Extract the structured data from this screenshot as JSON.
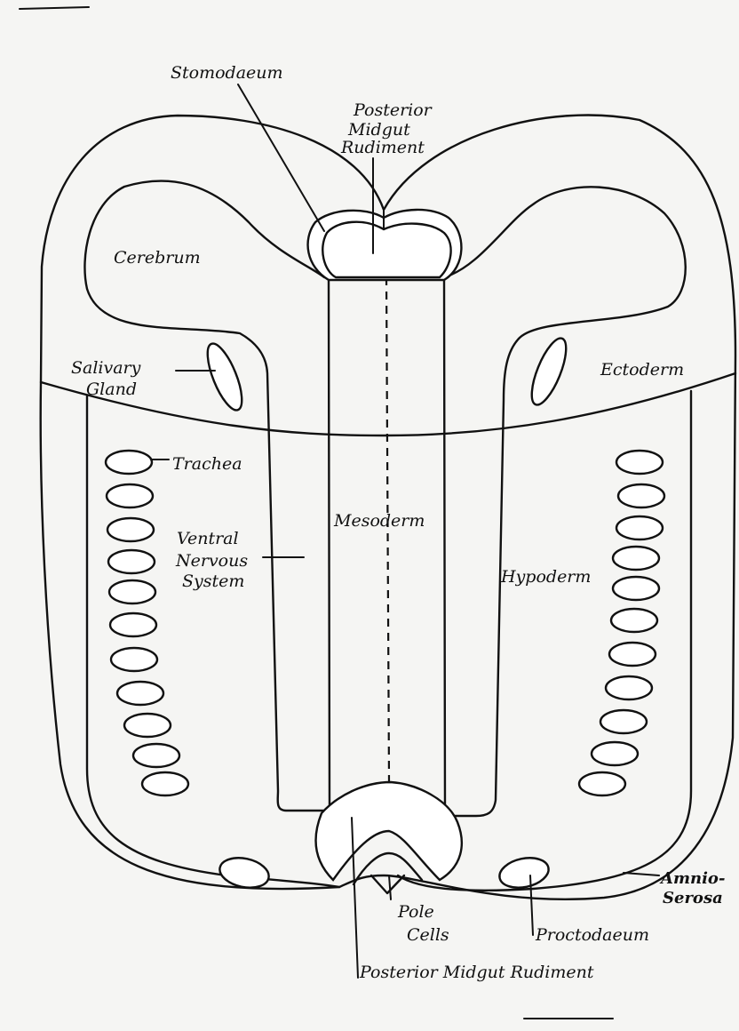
{
  "labels": {
    "stomodaeum": "Stomodaeum",
    "posterior_midgut_top": [
      "Posterior",
      "Midgut",
      "Rudiment"
    ],
    "cerebrum": "Cerebrum",
    "salivary_gland": [
      "Salivary",
      "Gland"
    ],
    "ectoderm": "Ectoderm",
    "trachea": "Trachea",
    "mesoderm": "Mesoderm",
    "ventral_nervous_system": [
      "Ventral",
      "Nervous",
      "System"
    ],
    "hypoderm": "Hypoderm",
    "amnio_serosa": [
      "Amnio-",
      "Serosa"
    ],
    "pole_cells": [
      "Pole",
      "Cells"
    ],
    "proctodaeum": "Proctodaeum",
    "posterior_midgut_bottom": "Posterior Midgut Rudiment"
  }
}
